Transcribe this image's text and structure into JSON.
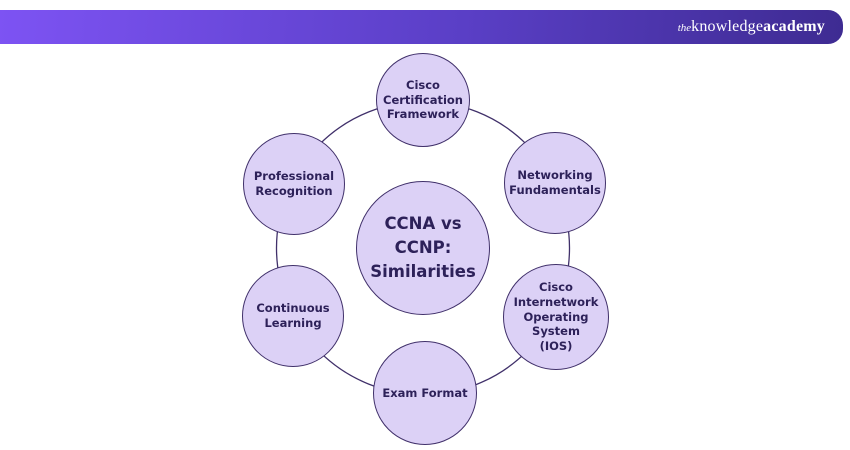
{
  "header": {
    "logo": {
      "the": "the",
      "knowledge": "knowledge",
      "academy": "academy"
    },
    "bar_gradient_left": "#7d53f3",
    "bar_gradient_right": "#3e2b92"
  },
  "diagram": {
    "center": {
      "label": "CCNA vs\nCCNP:\nSimilarities"
    },
    "nodes": [
      {
        "id": "cisco-certification-framework",
        "label": "Cisco\nCertification\nFramework"
      },
      {
        "id": "networking-fundamentals",
        "label": "Networking\nFundamentals"
      },
      {
        "id": "cisco-internetwork-operating-system-ios",
        "label": "Cisco\nInternetwork\nOperating\nSystem\n(IOS)"
      },
      {
        "id": "exam-format",
        "label": "Exam Format"
      },
      {
        "id": "continuous-learning",
        "label": "Continuous\nLearning"
      },
      {
        "id": "professional-recognition",
        "label": "Professional\nRecognition"
      }
    ],
    "colors": {
      "node_fill": "#dcd1f6",
      "node_border": "#40306a",
      "text": "#2d2159",
      "ring": "#40306a"
    }
  }
}
